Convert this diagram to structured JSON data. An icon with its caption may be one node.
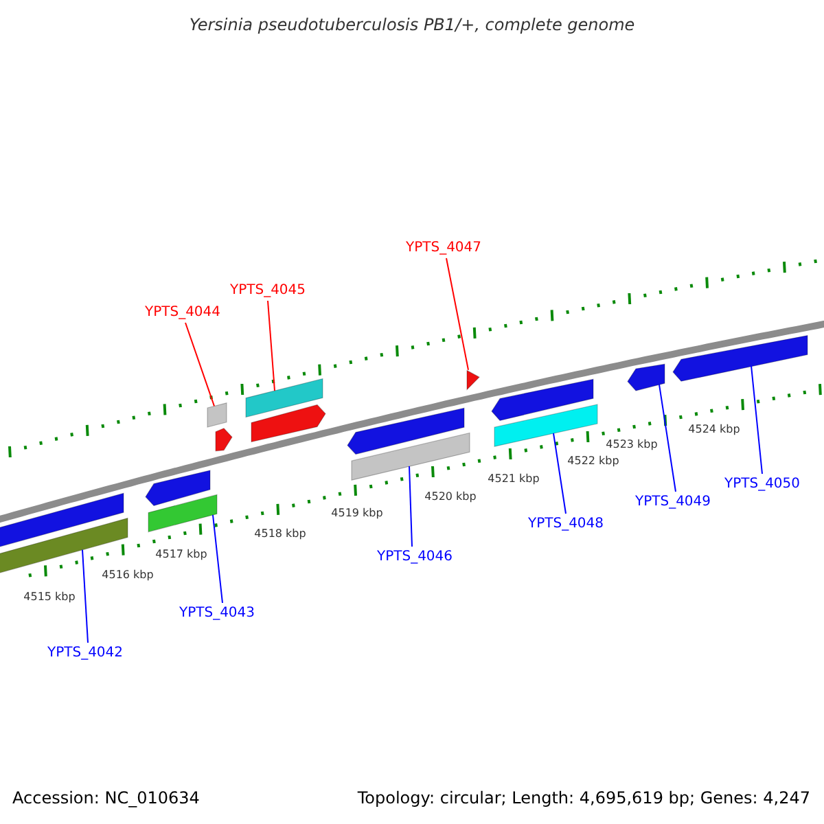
{
  "diagram": {
    "title": "Yersinia pseudotuberculosis PB1/+, complete genome",
    "nodes": [
      {
        "text": [
          "YPTS_4042"
        ]
      },
      {
        "text": [
          "YPTS_4043"
        ]
      },
      {
        "text": [
          "YPTS_4044"
        ]
      },
      {
        "text": [
          "YPTS_4045"
        ]
      },
      {
        "text": [
          "YPTS_4046"
        ]
      },
      {
        "text": [
          "YPTS_4047"
        ]
      },
      {
        "text": [
          "YPTS_4048"
        ]
      },
      {
        "text": [
          "YPTS_4049"
        ]
      },
      {
        "text": [
          "YPTS_4050"
        ]
      },
      {
        "text": [],
        "shape": "bar"
      },
      {
        "text": [],
        "shape": "bar"
      },
      {
        "text": [],
        "shape": "pentagon"
      },
      {
        "text": [],
        "shape": "bar"
      },
      {
        "text": [],
        "shape": "bar"
      },
      {
        "text": [],
        "shape": "pentagon"
      },
      {
        "text": [],
        "shape": "bar"
      },
      {
        "text": [],
        "shape": "pentagon"
      },
      {
        "text": [],
        "shape": "pentagon"
      },
      {
        "text": [],
        "shape": "bar"
      },
      {
        "text": [],
        "shape": "triangle"
      },
      {
        "text": [],
        "shape": "pentagon"
      },
      {
        "text": [],
        "shape": "bar"
      },
      {
        "text": [],
        "shape": "pentagon"
      },
      {
        "text": [],
        "shape": "pentagon"
      }
    ],
    "edges": [
      {
        "from": 0,
        "to": 10,
        "arrow": "none"
      },
      {
        "from": 1,
        "to": 12,
        "arrow": "none"
      },
      {
        "from": 2,
        "to": 13,
        "arrow": "none",
        "color": "#ff0000"
      },
      {
        "from": 3,
        "to": 15,
        "arrow": "none",
        "color": "#ff0000"
      },
      {
        "from": 4,
        "to": 18,
        "arrow": "none"
      },
      {
        "from": 5,
        "to": 19,
        "arrow": "none",
        "color": "#ff0000"
      },
      {
        "from": 6,
        "to": 21,
        "arrow": "none"
      },
      {
        "from": 7,
        "to": 22,
        "arrow": "none"
      },
      {
        "from": 8,
        "to": 23,
        "arrow": "none"
      }
    ],
    "labels": [
      "4515 kbp",
      "4516 kbp",
      "4517 kbp",
      "4518 kbp",
      "4519 kbp",
      "4520 kbp",
      "4521 kbp",
      "4522 kbp",
      "4523 kbp",
      "4524 kbp",
      "Accession: NC_010634",
      "Topology: circular; Length: 4,695,619 bp; Genes: 4,247"
    ]
  }
}
